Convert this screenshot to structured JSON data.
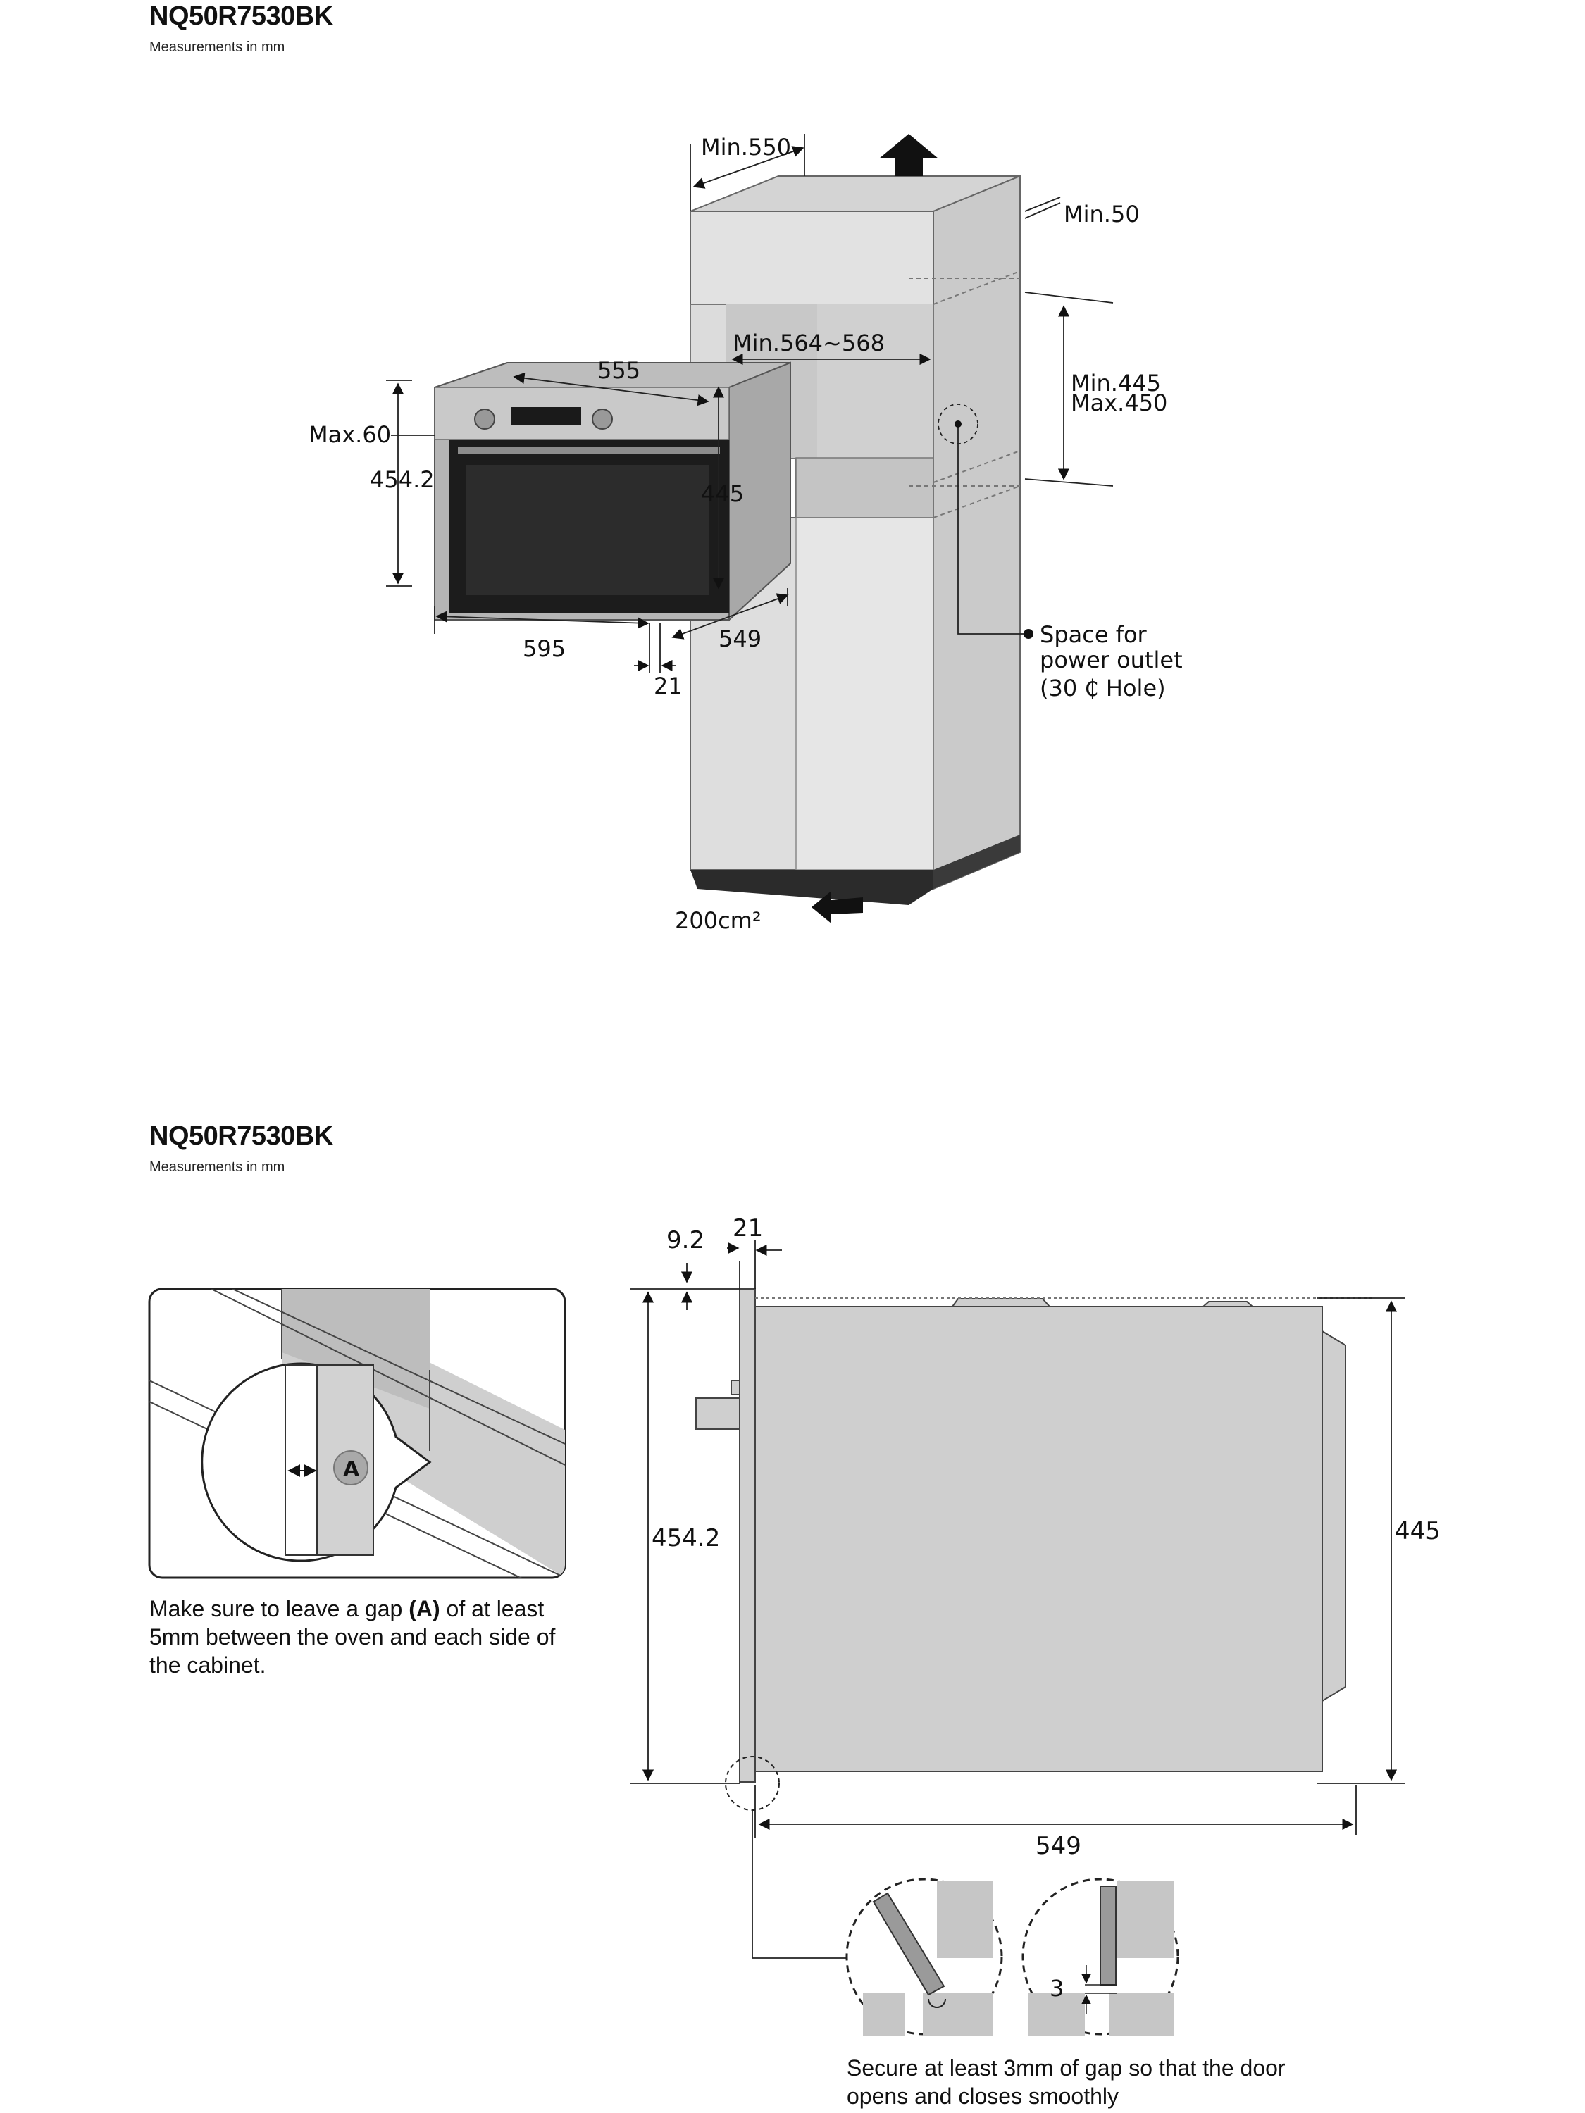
{
  "section1": {
    "model": "NQ50R7530BK",
    "units_note": "Measurements in mm",
    "labels": {
      "min550": "Min.550",
      "min50": "Min.50",
      "min564": "Min.564~568",
      "min445": "Min.445",
      "max450": "Max.450",
      "d555": "555",
      "max60": "Max.60",
      "d4542": "454.2",
      "d445": "445",
      "d595": "595",
      "d549": "549",
      "d21": "21",
      "space_for": "Space for",
      "power_outlet": "power outlet",
      "hole": "(30 ₵  Hole)",
      "vent": "200cm²"
    }
  },
  "section2": {
    "model": "NQ50R7530BK",
    "units_note": "Measurements in mm",
    "labels": {
      "d92": "9.2",
      "d21": "21",
      "d4542": "454.2",
      "d445": "445",
      "d549": "549",
      "d3": "3",
      "a": "A"
    },
    "gap_caption_pre": "Make sure to leave a gap ",
    "gap_caption_bold": "(A)",
    "gap_caption_post": " of at least 5mm between the oven and each side of the cabinet.",
    "door_caption": "Secure at least 3mm of gap so that the door opens and closes smoothly"
  }
}
